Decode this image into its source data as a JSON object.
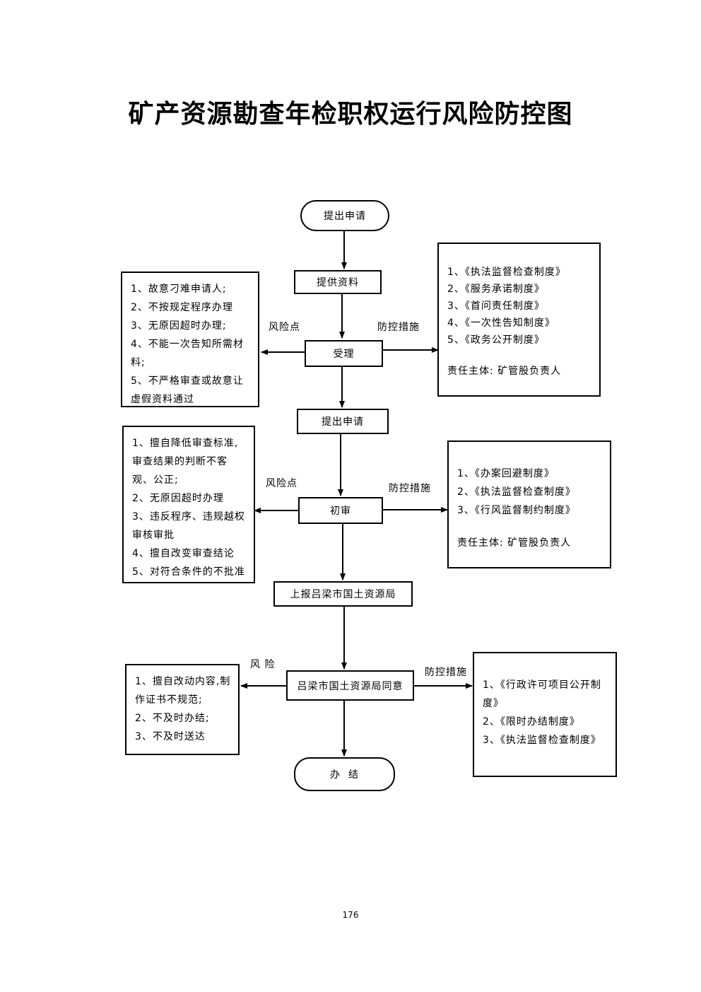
{
  "title": "矿产资源勘查年检职权运行风险防控图",
  "page_number": "176",
  "flow": {
    "start": "提出申请",
    "step1": "提供资料",
    "step2": "受理",
    "step3": "提出申请",
    "step4": "初审",
    "step5": "上报吕梁市国土资源局",
    "step6": "吕梁市国土资源局同意",
    "end": "办  结"
  },
  "labels": {
    "risk1": "风险点",
    "measure1": "防控措施",
    "risk2": "风险点",
    "measure2": "防控措施",
    "risk3": "风 险",
    "measure3": "防控措施"
  },
  "risk_boxes": [
    {
      "items": [
        "1、故意刁难申请人;",
        "2、不按规定程序办理",
        "3、无原因超时办理;",
        "4、不能一次告知所需材料;",
        "5、不严格审查或故意让虚假资料通过"
      ]
    },
    {
      "items": [
        "1、擅自降低审查标准,审查结果的判断不客观、公正;",
        "2、无原因超时办理",
        "3、违反程序、违规越权审核审批",
        "4、擅自改变审查结论",
        "5、对符合条件的不批准"
      ]
    },
    {
      "items": [
        "1、擅自改动内容,制作证书不规范;",
        "2、不及时办结;",
        "3、不及时送达"
      ]
    }
  ],
  "measure_boxes": [
    {
      "items": [
        "1、《执法监督检查制度》",
        "2、《服务承诺制度》",
        "3、《首问责任制度》",
        "4、《一次性告知制度》",
        "5、《政务公开制度》"
      ],
      "responsible": "责任主体: 矿管股负责人"
    },
    {
      "items": [
        "1、《办案回避制度》",
        "2、《执法监督检查制度》",
        "3、《行风监督制约制度》"
      ],
      "responsible": "责任主体: 矿管股负责人"
    },
    {
      "items": [
        "1、《行政许可项目公开制度》",
        "2、《限时办结制度》",
        "3、《执法监督检查制度》"
      ]
    }
  ]
}
